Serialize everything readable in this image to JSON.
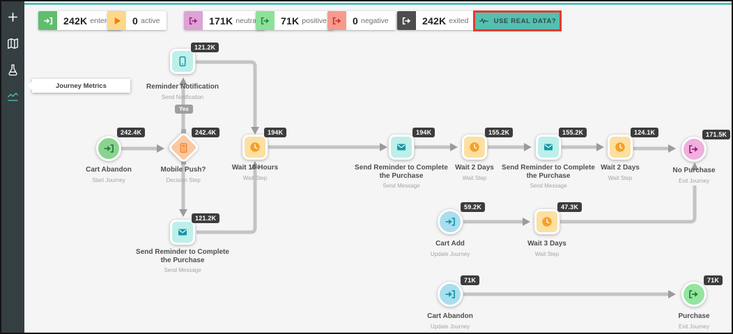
{
  "sidebar": {
    "tooltip": "Journey Metrics",
    "icons": [
      "plus",
      "map",
      "flask",
      "journey-metrics-chart"
    ]
  },
  "stats": [
    {
      "value": "242K",
      "label": "entered",
      "icon": "journey-enter-icon",
      "icon_bg": "#5fbe6e",
      "icon_color": "#ffffff"
    },
    {
      "value": "0",
      "label": "active",
      "icon": "play-icon",
      "icon_bg": "#fbd98b",
      "icon_color": "#f57c00"
    },
    {
      "value": "171K",
      "label": "neutral",
      "icon": "journey-exit-icon",
      "icon_bg": "#dca3d4",
      "icon_color": "#a01f86"
    },
    {
      "value": "71K",
      "label": "positive",
      "icon": "journey-exit-icon",
      "icon_bg": "#8ee09b",
      "icon_color": "#1e8e3e"
    },
    {
      "value": "0",
      "label": "negative",
      "icon": "journey-exit-icon",
      "icon_bg": "#f59b8d",
      "icon_color": "#cf2f2a"
    },
    {
      "value": "242K",
      "label": "exited",
      "icon": "journey-exit-icon",
      "icon_bg": "#4d4d4d",
      "icon_color": "#ffffff"
    }
  ],
  "use_real_data_button": {
    "label": "USE REAL DATA?",
    "bg": "#55bfb0",
    "highlight_border": "#e8392e"
  },
  "flow": {
    "yes_badge": "Yes",
    "nodes": [
      {
        "badge": "121.2K",
        "label": "Reminder Notification",
        "sublabel": "Send Notification"
      },
      {
        "badge": "242.4K",
        "label": "Mobile Push?",
        "sublabel": "Decision Step"
      },
      {
        "badge": "242.4K",
        "label": "Cart Abandon",
        "sublabel": "Start Journey"
      },
      {
        "badge": "194K",
        "label": "Wait 18 Hours",
        "sublabel": "Wait Step"
      },
      {
        "badge": "194K",
        "label": "Send Reminder to Complete the Purchase",
        "sublabel": "Send Message"
      },
      {
        "badge": "155.2K",
        "label": "Wait 2 Days",
        "sublabel": "Wait Step"
      },
      {
        "badge": "155.2K",
        "label": "Send Reminder to Complete the Purchase",
        "sublabel": "Send Message"
      },
      {
        "badge": "124.1K",
        "label": "Wait 2 Days",
        "sublabel": "Wait Step"
      },
      {
        "badge": "171.5K",
        "label": "No Purchase",
        "sublabel": "Exit Journey"
      },
      {
        "badge": "121.2K",
        "label": "Send Reminder to Complete the Purchase",
        "sublabel": "Send Message"
      },
      {
        "badge": "59.2K",
        "label": "Cart Add",
        "sublabel": "Update Journey"
      },
      {
        "badge": "47.3K",
        "label": "Wait 3 Days",
        "sublabel": "Wait Step"
      },
      {
        "badge": "71K",
        "label": "Cart Abandon",
        "sublabel": "Update Journey"
      },
      {
        "badge": "71K",
        "label": "Purchase",
        "sublabel": "Exit Journey"
      }
    ]
  },
  "colors": {
    "accent_teal": "#56bfb4",
    "annotation_red": "#e8392e",
    "sidebar_bg": "#353e41",
    "canvas_bg": "#f5f5f6",
    "badge_bg": "#3c3c3c"
  }
}
